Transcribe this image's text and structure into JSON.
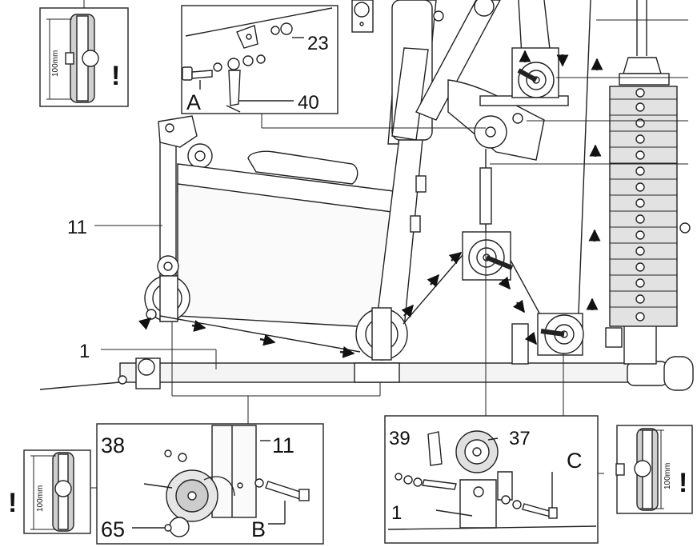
{
  "measure": "100mm",
  "warning": "!",
  "callouts": {
    "c23": "23",
    "c40": "40",
    "cA": "A",
    "c11": "11",
    "c1": "1",
    "c38": "38",
    "c11b": "11",
    "c65": "65",
    "cB": "B",
    "c39": "39",
    "c37": "37",
    "cC": "C",
    "c1b": "1"
  },
  "colors": {
    "stroke": "#222222",
    "fill_light": "#f2f2f2",
    "fill_mid": "#c8c8c8",
    "weight": "#d8d8d8"
  }
}
